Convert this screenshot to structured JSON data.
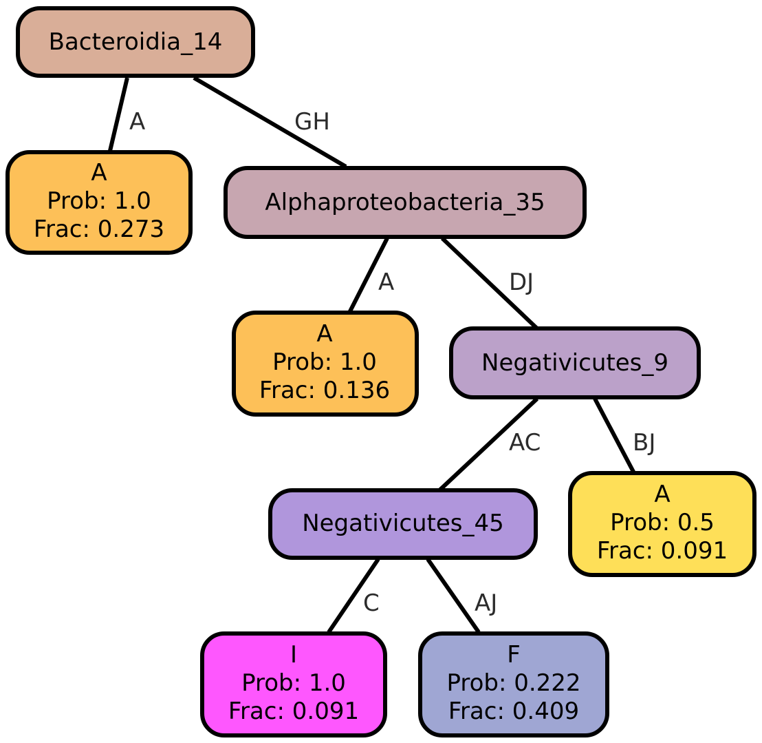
{
  "nodes": {
    "root": {
      "label": "Bacteroidia_14",
      "color": "#d9ae98"
    },
    "leaf_a1": {
      "lines": [
        "A",
        "Prob: 1.0",
        "Frac: 0.273"
      ],
      "color": "#fdc058"
    },
    "alpha": {
      "label": "Alphaproteobacteria_35",
      "color": "#c7a6b0"
    },
    "leaf_a2": {
      "lines": [
        "A",
        "Prob: 1.0",
        "Frac: 0.136"
      ],
      "color": "#fdc058"
    },
    "neg9": {
      "label": "Negativicutes_9",
      "color": "#bba1c9"
    },
    "neg45": {
      "label": "Negativicutes_45",
      "color": "#b096dc"
    },
    "leaf_a3": {
      "lines": [
        "A",
        "Prob: 0.5",
        "Frac: 0.091"
      ],
      "color": "#fedf58"
    },
    "leaf_i": {
      "lines": [
        "I",
        "Prob: 1.0",
        "Frac: 0.091"
      ],
      "color": "#fe57fe"
    },
    "leaf_f": {
      "lines": [
        "F",
        "Prob: 0.222",
        "Frac: 0.409"
      ],
      "color": "#9fa6d3"
    }
  },
  "edges": {
    "root_to_leaf_a1": "A",
    "root_to_alpha": "GH",
    "alpha_to_leaf_a2": "A",
    "alpha_to_neg9": "DJ",
    "neg9_to_neg45": "AC",
    "neg9_to_leaf_a3": "BJ",
    "neg45_to_leaf_i": "C",
    "neg45_to_leaf_f": "AJ"
  }
}
